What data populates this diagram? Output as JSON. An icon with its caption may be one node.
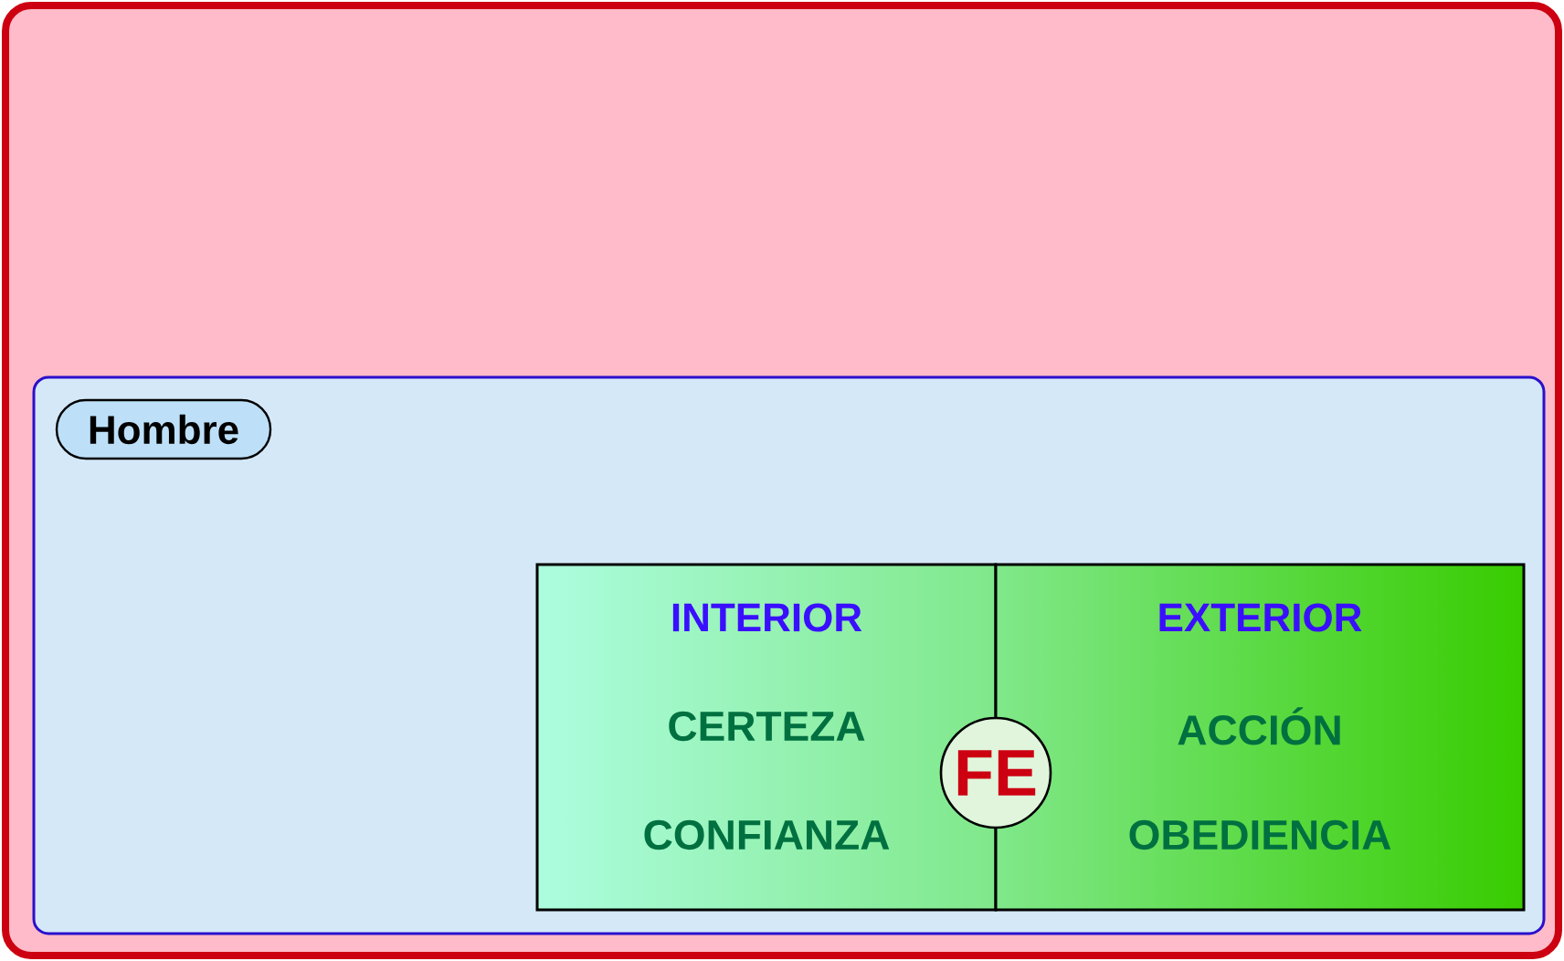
{
  "diagram": {
    "nodes": [
      {
        "text": [],
        "shape": "box"
      },
      {
        "text": [],
        "shape": "box",
        "in": 0
      },
      {
        "text": [
          "Hombre"
        ],
        "in": 1
      },
      {
        "text": [
          "INTERIOR",
          "CERTEZA",
          "CONFIANZA"
        ],
        "in": 1
      },
      {
        "text": [
          "EXTERIOR",
          "ACCIÓN",
          "OBEDIENCIA"
        ],
        "in": 1
      },
      {
        "text": [
          "FE"
        ],
        "in": 1
      }
    ]
  }
}
